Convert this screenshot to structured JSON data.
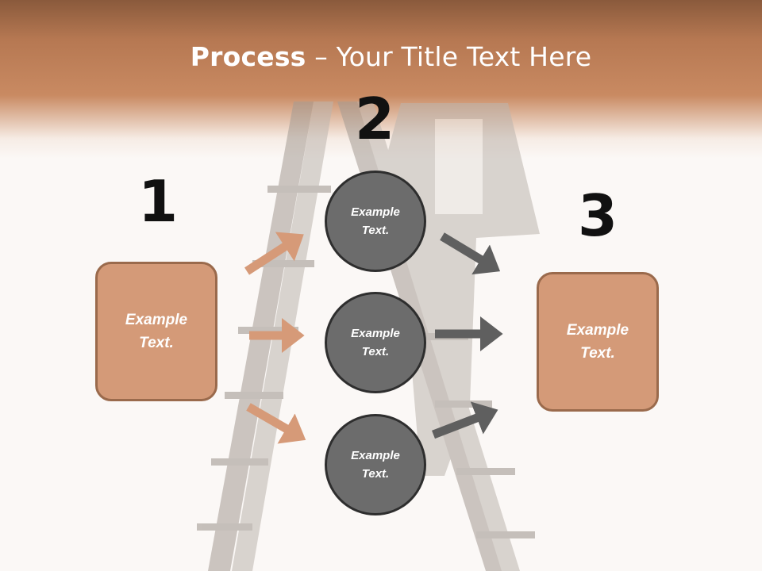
{
  "title": {
    "bold": "Process",
    "rest": " – Your Title Text Here"
  },
  "steps": [
    {
      "number": "1",
      "label": "Example Text."
    },
    {
      "number": "2",
      "items": [
        "Example Text.",
        "Example Text.",
        "Example Text."
      ]
    },
    {
      "number": "3",
      "label": "Example Text."
    }
  ],
  "colors": {
    "header": "#c98a62",
    "box_fill": "#d49a78",
    "box_border": "#9a6a4c",
    "circle_fill": "#6c6c6c",
    "circle_border": "#2e2e2e",
    "arrow_in": "#d69a78",
    "arrow_out": "#5f5f5f"
  }
}
